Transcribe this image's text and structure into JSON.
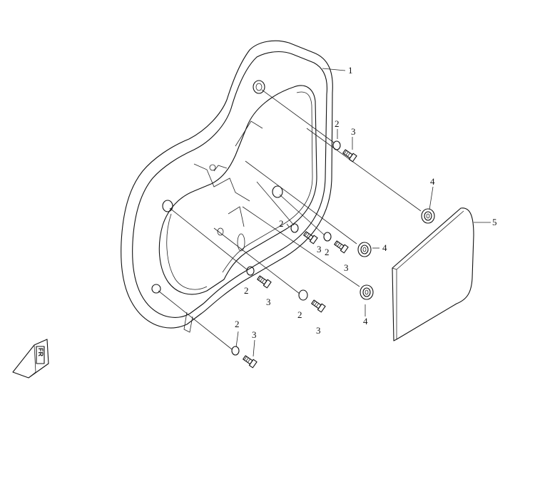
{
  "callouts": {
    "c1": "1",
    "c2a": "2",
    "c3a": "3",
    "c4a": "4",
    "c5": "5",
    "c2b": "2",
    "c3b": "3",
    "c2c": "2",
    "c3c": "3",
    "c4b": "4",
    "c2d": "2",
    "c3d": "3",
    "c2e": "2",
    "c3e": "3",
    "c4c": "4",
    "c2f": "2",
    "c3f": "3"
  },
  "fwd_marker": {
    "label": "FR"
  }
}
